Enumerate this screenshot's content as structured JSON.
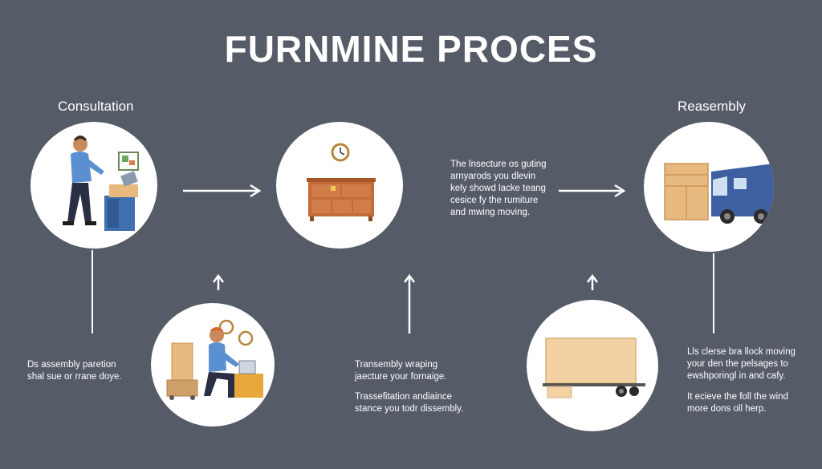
{
  "title": "FURNMINE PROCES",
  "steps": {
    "consultation_label": "Consultation",
    "reassembly_label": "Reasembly"
  },
  "texts": {
    "middle_right": [
      "The lnsecture os guting",
      "arnyarods you dlevin",
      "kely showd lacke teang",
      "cesice fy the rumiture",
      "and mwing moving."
    ],
    "left_bottom": [
      "Ds assembly paretion",
      "shal sue or rrane doye."
    ],
    "center_bottom_a": [
      "Transembly wraping",
      "jaecture your fornaige."
    ],
    "center_bottom_b": [
      "Trassefitation andiaince",
      "stance you todr dissembly."
    ],
    "right_bottom_a": [
      "Lls clerse bra llock moving",
      "your den the pelsages to",
      "ewshporingl in and cafy."
    ],
    "right_bottom_b": [
      "It ecieve the foll the wind",
      "more dons oll herp."
    ]
  },
  "colors": {
    "background": "#565b68",
    "circle": "#ffffff",
    "furniture_brown": "#c56b3a",
    "box_tan": "#e8b97f",
    "truck_blue": "#3f5fa3",
    "person_blue": "#5a8fd0"
  }
}
